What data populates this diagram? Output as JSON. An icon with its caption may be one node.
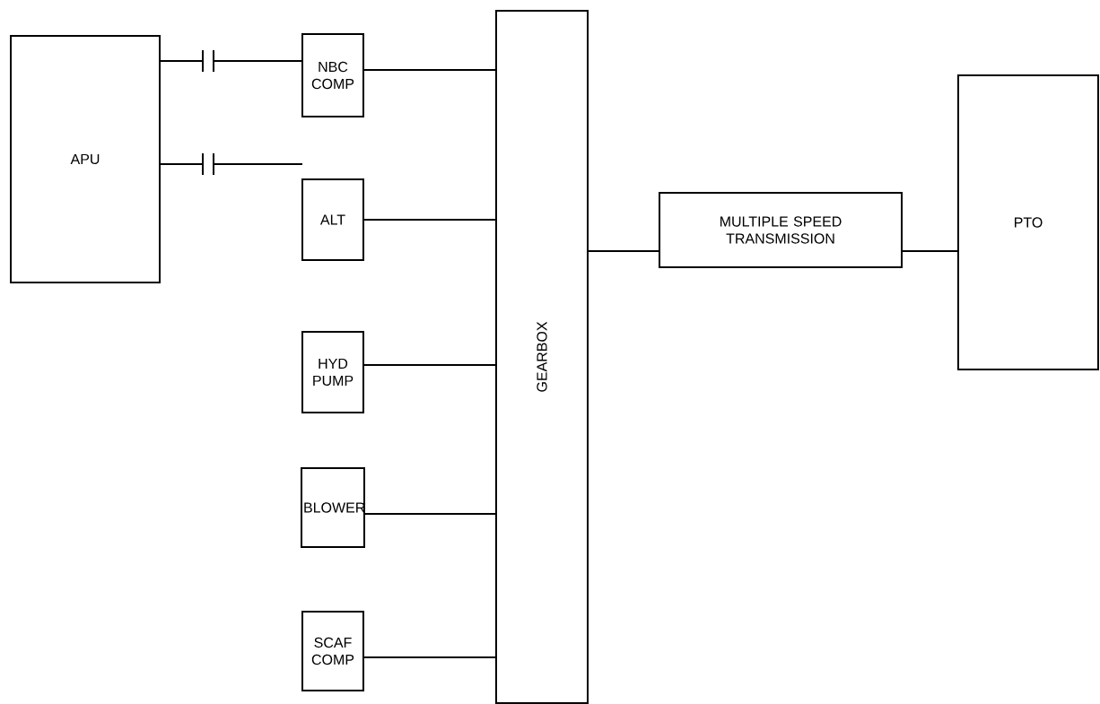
{
  "diagram": {
    "nodes": [
      {
        "text": [
          "APU"
        ]
      },
      {
        "text": [
          "NBC COMP"
        ]
      },
      {
        "text": [
          "ALT"
        ]
      },
      {
        "text": [
          "HYD PUMP"
        ]
      },
      {
        "text": [
          "BLOWER"
        ]
      },
      {
        "text": [
          "SCAF COMP"
        ]
      },
      {
        "text": [
          "GEARBOX"
        ]
      },
      {
        "text": [
          "MULTIPLE SPEED TRANSMISSION"
        ]
      },
      {
        "text": [
          "PTO"
        ]
      }
    ],
    "edges": [
      {
        "from": 0,
        "to": 1,
        "arrow": "none"
      },
      {
        "from": 0,
        "to": 2,
        "arrow": "none"
      },
      {
        "from": 1,
        "to": 6,
        "arrow": "none"
      },
      {
        "from": 2,
        "to": 6,
        "arrow": "none"
      },
      {
        "from": 3,
        "to": 6,
        "arrow": "none"
      },
      {
        "from": 4,
        "to": 6,
        "arrow": "none"
      },
      {
        "from": 5,
        "to": 6,
        "arrow": "none"
      },
      {
        "from": 6,
        "to": 7,
        "arrow": "none"
      },
      {
        "from": 7,
        "to": 8,
        "arrow": "none"
      }
    ]
  }
}
